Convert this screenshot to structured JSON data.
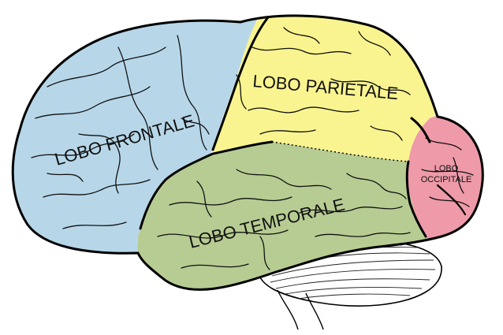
{
  "regions": {
    "frontal": {
      "label": "LOBO FRONTALE",
      "color": "#b7d7e9"
    },
    "parietal": {
      "label": "LOBO PARIETALE",
      "color": "#f9f48f"
    },
    "temporal": {
      "label": "LOBO TEMPORALE",
      "color": "#b7cc93"
    },
    "occipital": {
      "label_line1": "LOBO",
      "label_line2": "OCCIPITALE",
      "color": "#ee9aa9"
    }
  },
  "other_colors": {
    "outline": "#000000",
    "cerebellum": "#ffffff",
    "background": "#ffffff"
  }
}
